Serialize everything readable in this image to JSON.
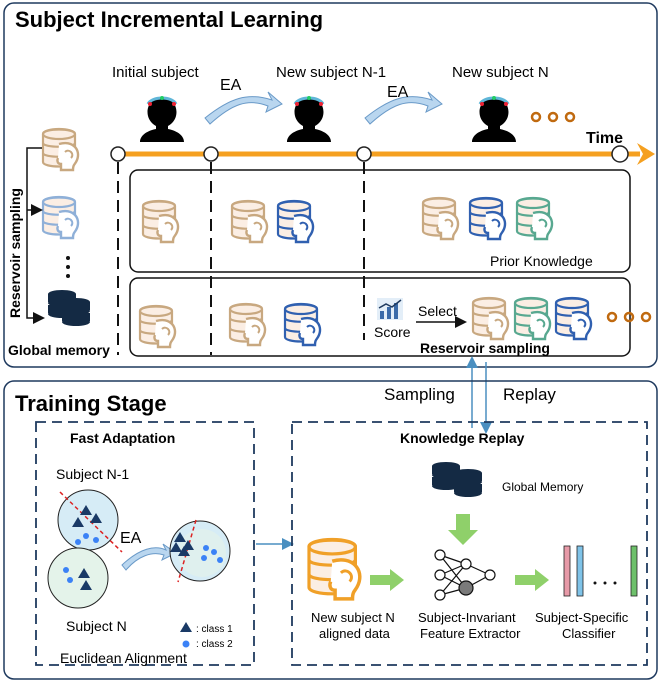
{
  "top_panel": {
    "title": "Subject Incremental Learning",
    "subjects": [
      "Initial subject",
      "New subject N-1",
      "New subject N"
    ],
    "ea_label": "EA",
    "time_label": "Time",
    "side_label": "Reservoir sampling",
    "global_memory_label": "Global memory",
    "prior_knowledge_label": "Prior Knowledge",
    "score_label": "Score",
    "select_label": "Select",
    "reservoir_label": "Reservoir sampling"
  },
  "arrows": {
    "sampling": "Sampling",
    "replay": "Replay"
  },
  "bottom_panel": {
    "title": "Training Stage",
    "fast_adaptation": {
      "title": "Fast Adaptation",
      "subject_n1": "Subject N-1",
      "subject_n": "Subject N",
      "ea": "EA",
      "legend_class1": ": class 1",
      "legend_class2": ": class 2",
      "footer": "Euclidean Alignment"
    },
    "knowledge_replay": {
      "title": "Knowledge Replay",
      "global_memory": "Global Memory",
      "new_subject_line1": "New subject N",
      "new_subject_line2": "aligned data",
      "extractor_line1": "Subject-Invariant",
      "extractor_line2": "Feature Extractor",
      "classifier_line1": "Subject-Specific",
      "classifier_line2": "Classifier"
    }
  },
  "colors": {
    "timeline": "#f5a020",
    "dark_blue": "#1f3a5f",
    "brown": "#c8a880",
    "blue": "#3060b0",
    "teal": "#58a890",
    "green_arrow": "#8fd06a",
    "arrow_blue": "#4a8fc0"
  }
}
